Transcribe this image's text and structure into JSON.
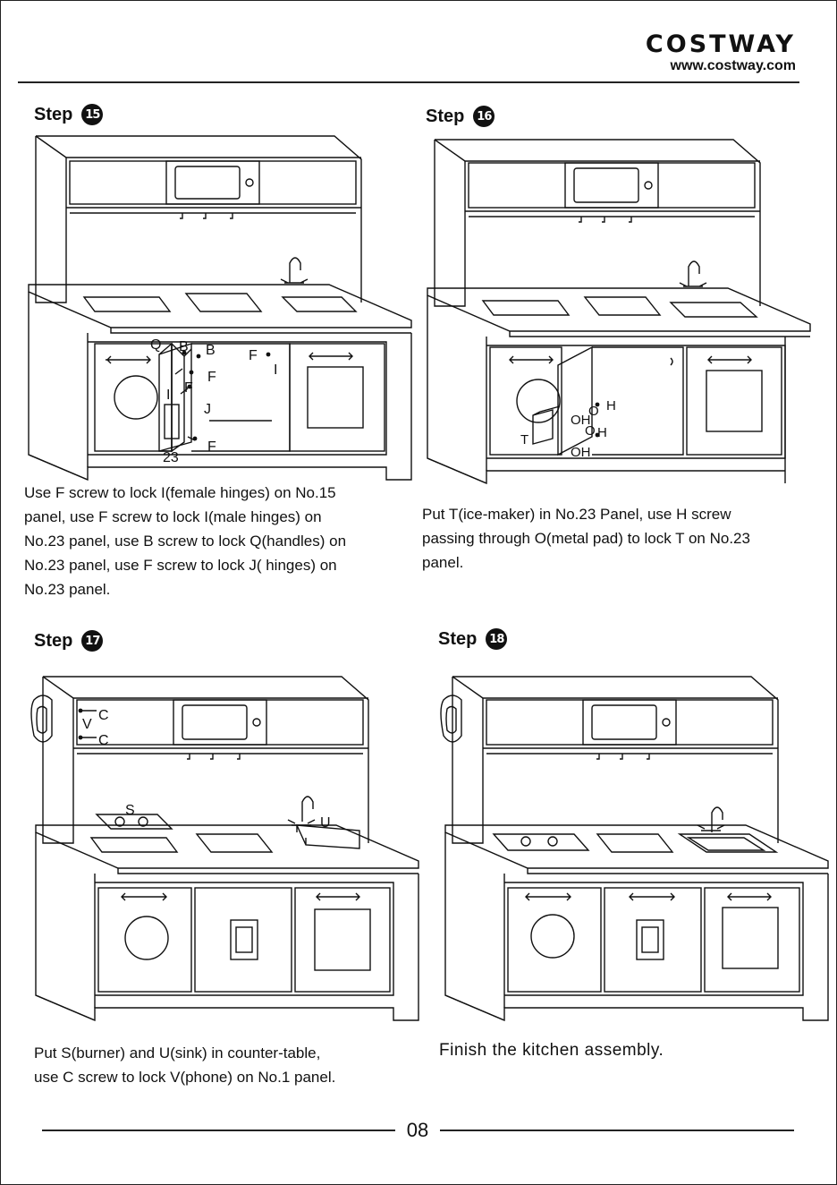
{
  "brand": {
    "logo": "COSTWAY",
    "url": "www.costway.com"
  },
  "steps": [
    {
      "label": "Step",
      "number": "15",
      "caption": "Use F screw to lock I(female hinges) on No.15\npanel, use F screw to lock I(male hinges) on\nNo.23 panel, use B screw to lock Q(handles) on\nNo.23 panel, use F screw to lock J( hinges) on\nNo.23 panel.",
      "parts": [
        "Q",
        "B",
        "B",
        "F",
        "I",
        "F",
        "F",
        "I",
        "J",
        "F",
        "23"
      ]
    },
    {
      "label": "Step",
      "number": "16",
      "caption": "Put T(ice-maker) in No.23 Panel, use H screw\npassing through O(metal pad) to lock T on No.23\npanel.",
      "parts": [
        "O",
        "H",
        "OH",
        "T",
        "O",
        "H",
        "OH"
      ]
    },
    {
      "label": "Step",
      "number": "17",
      "caption": "Put S(burner) and U(sink) in counter-table,\nuse C screw to lock V(phone) on No.1 panel.",
      "parts": [
        "C",
        "V",
        "C",
        "S",
        "U"
      ]
    },
    {
      "label": "Step",
      "number": "18",
      "caption": "Finish the kitchen assembly.",
      "parts": []
    }
  ],
  "page_number": "08"
}
